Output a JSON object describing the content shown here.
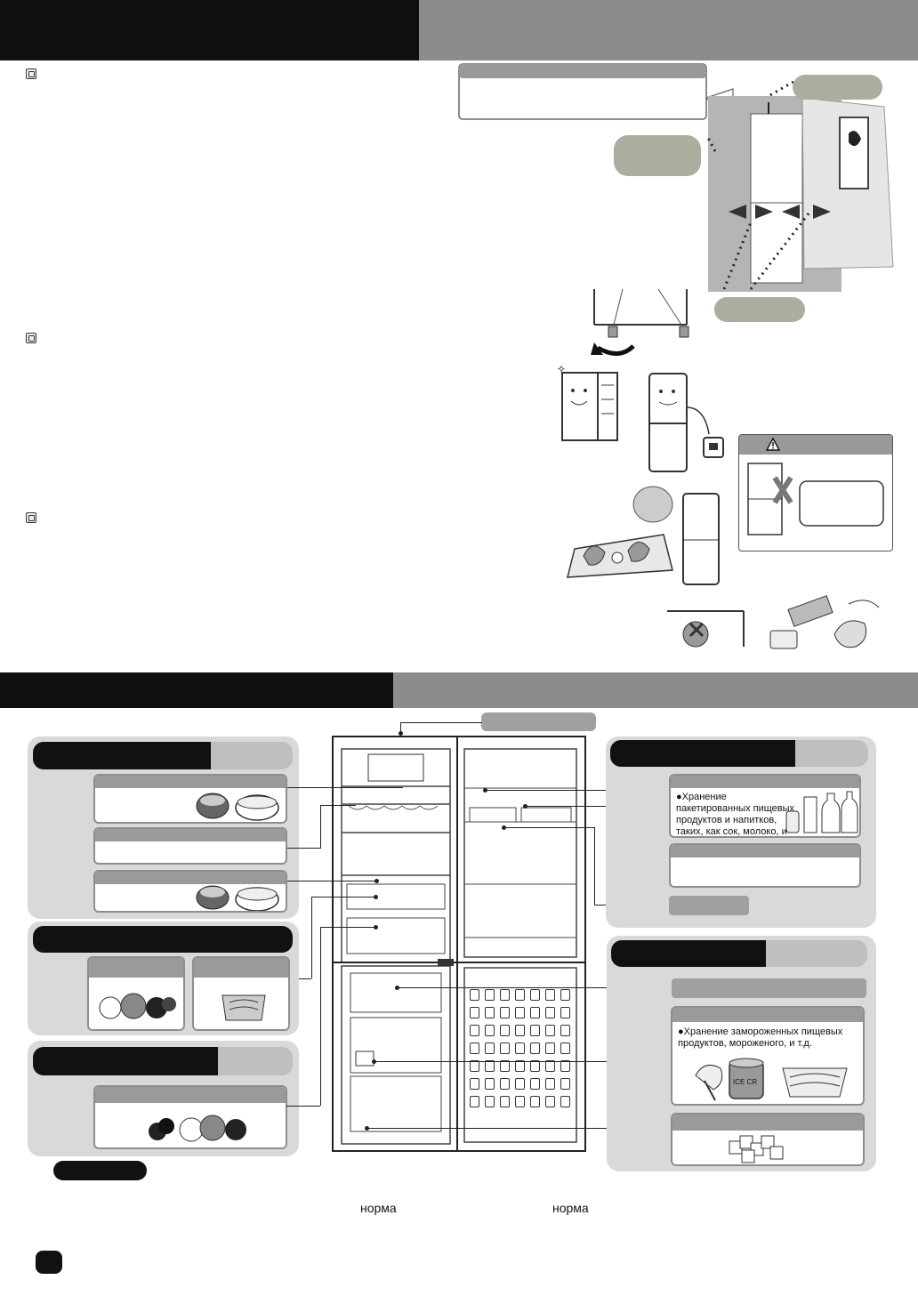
{
  "interior": {
    "beverage_caption": "●Хранение пакетированных пищевых продуктов и напитков, таких, как сок, молоко, и др.",
    "freezer_caption": "●Хранение замороженных пищевых продуктов, мороженого, и т.д.",
    "ice_cream_label": "ICE CR",
    "norm_label_1": "норма",
    "norm_label_2": "норма"
  },
  "colors": {
    "header_dark": "#0f0f0f",
    "header_grey": "#8c8c8c",
    "panel_grey": "#d9d9d9",
    "label_grey": "#a9ae9f"
  },
  "icons": [
    "checkbox-icon",
    "warning-icon",
    "fridge-illustration",
    "ice-cube-icon"
  ]
}
